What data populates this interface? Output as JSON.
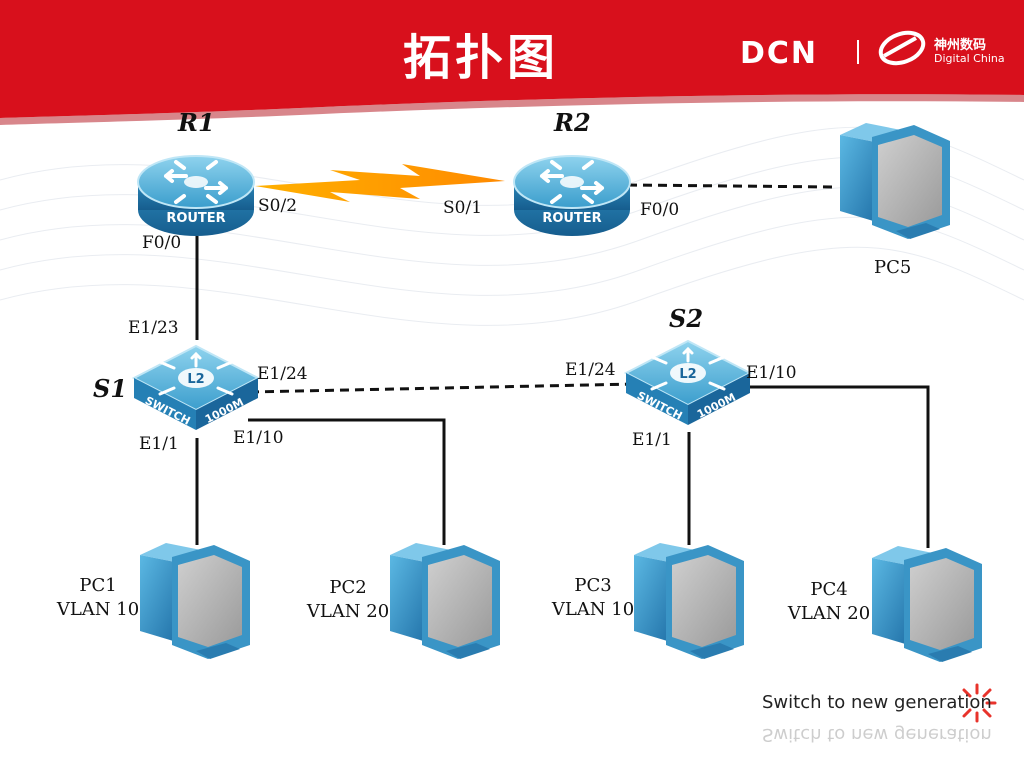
{
  "header": {
    "title": "拓扑图",
    "brand": "DCN",
    "brand_cn": "神州数码",
    "brand_en": "Digital China",
    "color": "#d8101c"
  },
  "devices": {
    "r1": {
      "name": "R1",
      "icon_text": "ROUTER"
    },
    "r2": {
      "name": "R2",
      "icon_text": "ROUTER"
    },
    "s1": {
      "name": "S1",
      "icon_text": "SWITCH",
      "icon_model": "1000M",
      "icon_badge": "L2"
    },
    "s2": {
      "name": "S2",
      "icon_text": "SWITCH",
      "icon_model": "1000M",
      "icon_badge": "L2"
    }
  },
  "ports": {
    "r1_s02": "S0/2",
    "r2_s01": "S0/1",
    "r2_f00": "F0/0",
    "r1_f00": "F0/0",
    "s1_e123": "E1/23",
    "s1_e124": "E1/24",
    "s2_e124": "E1/24",
    "s2_e110": "E1/10",
    "s1_e11": "E1/1",
    "s1_e110": "E1/10",
    "s2_e11": "E1/1"
  },
  "pcs": {
    "pc1": {
      "name": "PC1",
      "vlan": "VLAN 10"
    },
    "pc2": {
      "name": "PC2",
      "vlan": "VLAN 20"
    },
    "pc3": {
      "name": "PC3",
      "vlan": "VLAN 10"
    },
    "pc4": {
      "name": "PC4",
      "vlan": "VLAN 20"
    },
    "pc5": {
      "name": "PC5"
    }
  },
  "links": [
    {
      "from": "R1",
      "to": "R2",
      "style": "serial"
    },
    {
      "from": "R2",
      "to": "PC5",
      "style": "dashed"
    },
    {
      "from": "R1",
      "to": "S1",
      "style": "solid"
    },
    {
      "from": "S1",
      "to": "S2",
      "style": "dashed"
    },
    {
      "from": "S1",
      "to": "PC1",
      "style": "solid"
    },
    {
      "from": "S1",
      "to": "PC2",
      "style": "solid"
    },
    {
      "from": "S2",
      "to": "PC3",
      "style": "solid"
    },
    {
      "from": "S2",
      "to": "PC4",
      "style": "solid"
    }
  ],
  "footer": {
    "slogan": "Switch to new generation"
  },
  "icons": {
    "router": "router-icon",
    "switch": "l2-switch-icon",
    "pc": "desktop-pc-icon",
    "logo": "digital-china-logo-icon",
    "burst": "sunburst-icon"
  }
}
